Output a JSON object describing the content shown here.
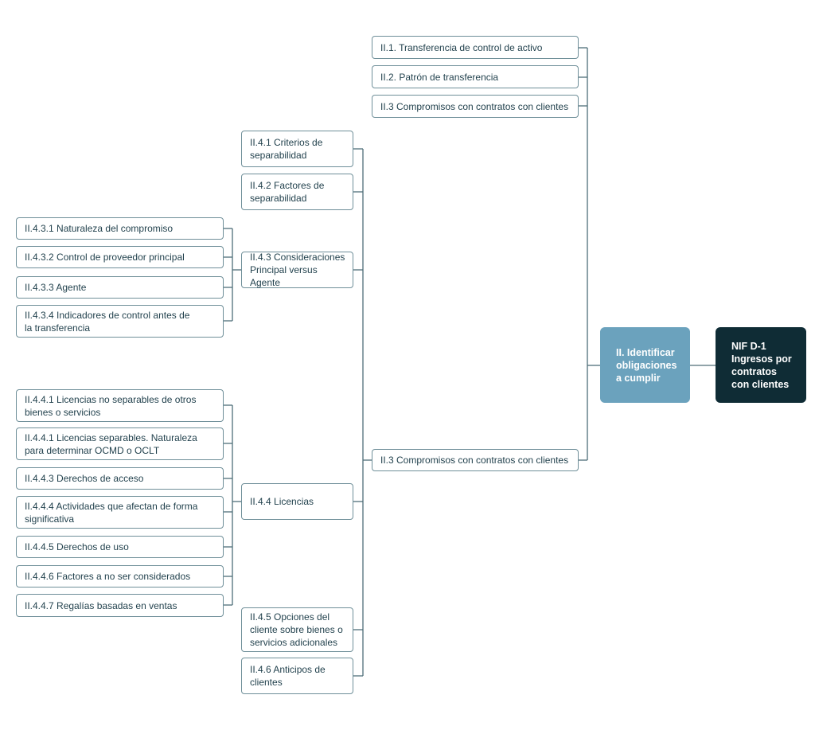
{
  "root": "NIF D-1\nIngresos por\ncontratos\ncon clientes",
  "main": "II. Identificar\nobligaciones\na cumplir",
  "top": {
    "t1": "II.1. Transferencia de control de activo",
    "t2": "II.2. Patrón de transferencia",
    "t3": "II.3 Compromisos con contratos con clientes",
    "t4": "II.3 Compromisos con contratos con clientes"
  },
  "level2": {
    "c1": "II.4.1 Criterios de\nseparabilidad",
    "c2": "II.4.2 Factores de\nseparabilidad",
    "c3": "II.4.3 Consideraciones\nPrincipal versus Agente",
    "c4": "II.4.4 Licencias",
    "c5": "II.4.5 Opciones del\ncliente sobre bienes o\nservicios adicionales",
    "c6": "II.4.6 Anticipos de\nclientes"
  },
  "group3": [
    "II.4.3.1 Naturaleza del compromiso",
    "II.4.3.2 Control de proveedor principal",
    "II.4.3.3 Agente",
    "II.4.3.4 Indicadores de control antes de\nla transferencia"
  ],
  "group4": [
    "II.4.4.1 Licencias no separables de otros\nbienes o servicios",
    "II.4.4.1 Licencias separables. Naturaleza\npara determinar OCMD o OCLT",
    "II.4.4.3 Derechos de acceso",
    "II.4.4.4 Actividades que afectan de forma\nsignificativa",
    "II.4.4.5 Derechos de uso",
    "II.4.4.6 Factores a no ser considerados",
    "II.4.4.7 Regalías basadas en ventas"
  ]
}
